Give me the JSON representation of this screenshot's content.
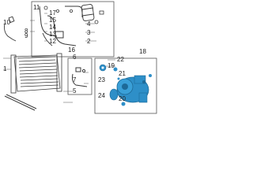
{
  "callouts": {
    "n1": "1",
    "n2": "2",
    "n3": "3",
    "n4": "4",
    "n5": "5",
    "n6": "6",
    "n7": "7",
    "n8": "8",
    "n9": "9",
    "n10": "10",
    "n11": "11",
    "n12": "12",
    "n13": "13",
    "n14": "14",
    "n15": "15",
    "n16": "16",
    "n17": "17",
    "n18": "18",
    "n19": "19",
    "n20": "20",
    "n21": "21",
    "n22": "22",
    "n23": "23",
    "n24": "24"
  },
  "colors": {
    "line": "#3a3a3a",
    "frame": "#555555",
    "highlight": "#2e8fc8",
    "highlight_dark": "#1d6a98"
  }
}
